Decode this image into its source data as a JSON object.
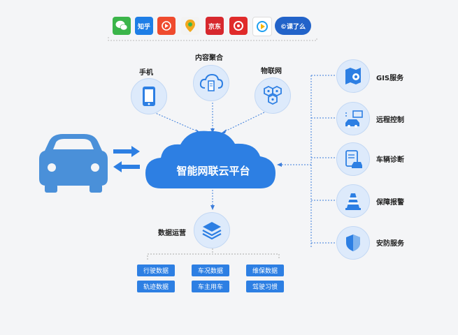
{
  "apps": [
    {
      "icon": "wechat-icon",
      "label": "",
      "color": "#3bb54a"
    },
    {
      "icon": "zhihu-icon",
      "label": "知乎",
      "color": "#1e7ee6"
    },
    {
      "icon": "media-play-icon",
      "label": "",
      "color": "#ef4b2e"
    },
    {
      "icon": "map-pin-icon",
      "label": "",
      "color": "#f3f3f3"
    },
    {
      "icon": "jd-icon",
      "label": "京东",
      "color": "#d7282e"
    },
    {
      "icon": "netease-music-icon",
      "label": "",
      "color": "#e02b2b"
    },
    {
      "icon": "tencent-video-icon",
      "label": "",
      "color": "#ffffff"
    },
    {
      "icon": "kele-logo-icon",
      "label": "©课了么",
      "color": "#2263c9"
    }
  ],
  "sources": {
    "phone": "手机",
    "content": "内容聚合",
    "iot": "物联网"
  },
  "platform": "智能网联云平台",
  "operations": {
    "title": "数据运营",
    "chips": [
      "行驶数据",
      "车况数据",
      "维保数据",
      "轨迹数据",
      "车主用车",
      "驾驶习惯"
    ]
  },
  "services": [
    "GIS服务",
    "远程控制",
    "车辆诊断",
    "保障报警",
    "安防服务"
  ],
  "colors": {
    "primary": "#2d7fe3",
    "light": "#ddeafb",
    "car": "#4a90d9"
  }
}
